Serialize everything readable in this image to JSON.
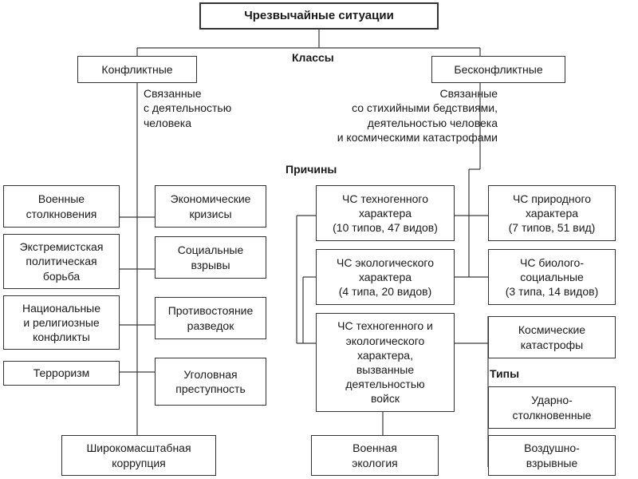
{
  "title": "Чрезвычайные ситуации",
  "headings": {
    "classes": "Классы",
    "causes": "Причины",
    "types": "Типы"
  },
  "classes": {
    "conflict": "Конфликтные",
    "nonconflict": "Бесконфликтные"
  },
  "class_notes": {
    "conflict": [
      "Связанные",
      "с деятельностью",
      "человека"
    ],
    "nonconflict": [
      "Связанные",
      "со стихийными бедствиями,",
      "деятельностью человека",
      "и космическими катастрофами"
    ]
  },
  "conflict_left": [
    [
      "Военные",
      "столкновения"
    ],
    [
      "Экстремистская",
      "политическая",
      "борьба"
    ],
    [
      "Национальные",
      "и религиозные",
      "конфликты"
    ],
    [
      "Терроризм"
    ]
  ],
  "conflict_right": [
    [
      "Экономические",
      "кризисы"
    ],
    [
      "Социальные",
      "взрывы"
    ],
    [
      "Противостояние",
      "разведок"
    ],
    [
      "Уголовная",
      "преступность"
    ]
  ],
  "conflict_bottom": [
    "Широкомасштабная",
    "коррупция"
  ],
  "causes_mid": [
    [
      "ЧС техногенного",
      "характера",
      "(10 типов, 47 видов)"
    ],
    [
      "ЧС экологического",
      "характера",
      "(4 типа, 20 видов)"
    ],
    [
      "ЧС техногенного и",
      "экологического",
      "характера,",
      "вызванные",
      "деятельностью",
      "войск"
    ]
  ],
  "mid_bottom": [
    "Военная",
    "экология"
  ],
  "causes_right": [
    [
      "ЧС природного",
      "характера",
      "(7 типов, 51 вид)"
    ],
    [
      "ЧС биолого-",
      "социальные",
      "(3 типа, 14 видов)"
    ],
    [
      "Космические",
      "катастрофы"
    ]
  ],
  "types": [
    [
      "Ударно-",
      "столкновенные"
    ],
    [
      "Воздушно-",
      "взрывные"
    ]
  ]
}
